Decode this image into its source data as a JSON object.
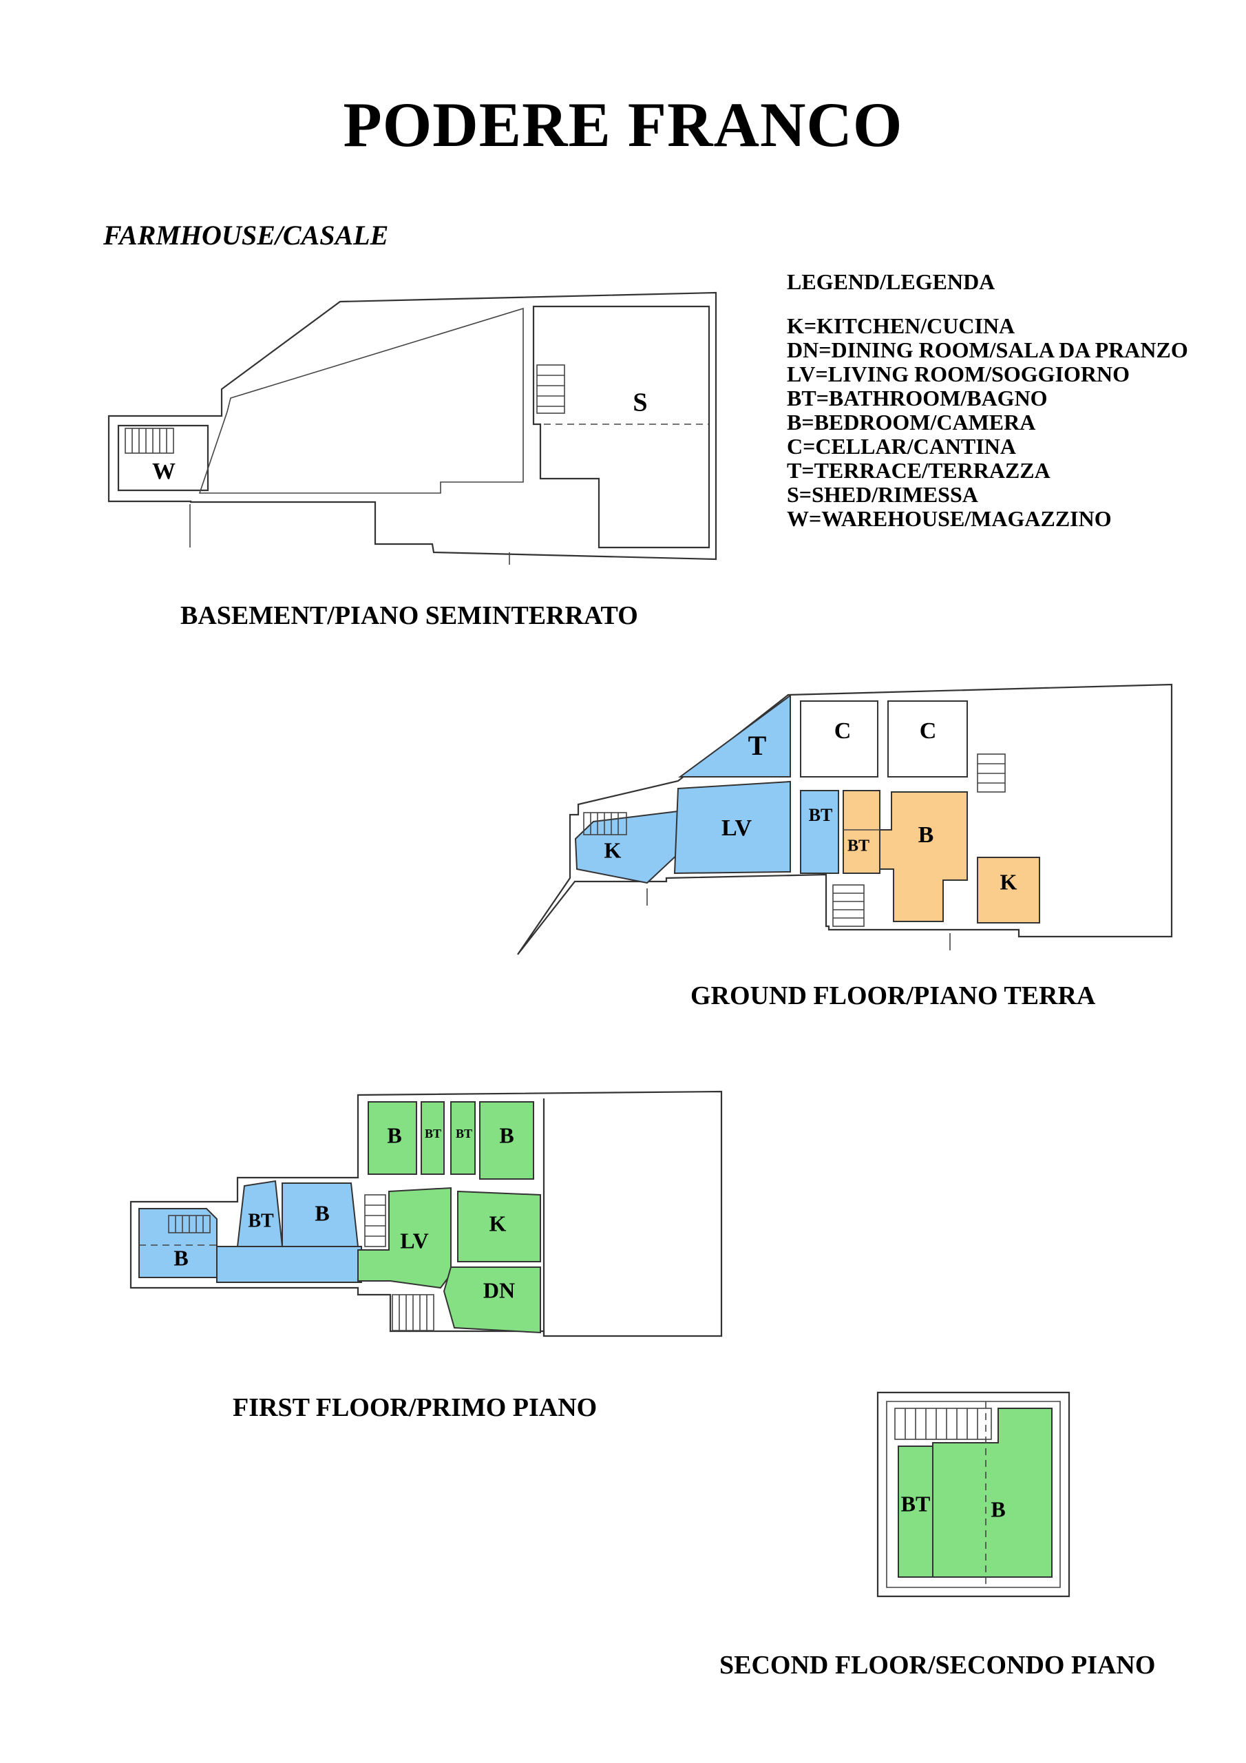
{
  "title": "PODERE FRANCO",
  "subtitle": "FARMHOUSE/CASALE",
  "legend": {
    "heading": "LEGEND/LEGENDA",
    "items": [
      "K=KITCHEN/CUCINA",
      "DN=DINING ROOM/SALA DA PRANZO",
      "LV=LIVING ROOM/SOGGIORNO",
      "BT=BATHROOM/BAGNO",
      "B=BEDROOM/CAMERA",
      "C=CELLAR/CANTINA",
      "T=TERRACE/TERRAZZA",
      "S=SHED/RIMESSA",
      "W=WAREHOUSE/MAGAZZINO"
    ]
  },
  "colors": {
    "blue_unit": "#8fcaf4",
    "green_unit": "#84e083",
    "orange_unit": "#fbcd8c"
  },
  "floors": {
    "basement": {
      "caption": "BASEMENT/PIANO SEMINTERRATO",
      "rooms": {
        "w": "W",
        "s": "S"
      }
    },
    "ground": {
      "caption": "GROUND FLOOR/PIANO TERRA",
      "rooms": {
        "t": "T",
        "c1": "C",
        "c2": "C",
        "k1": "K",
        "lv": "LV",
        "bt1": "BT",
        "bt2": "BT",
        "b": "B",
        "k2": "K"
      }
    },
    "first": {
      "caption": "FIRST FLOOR/PRIMO PIANO",
      "rooms": {
        "b1": "B",
        "bt1": "BT",
        "b2": "B",
        "b3": "B",
        "bt2": "BT",
        "bt3": "BT",
        "b4": "B",
        "lv": "LV",
        "k": "K",
        "dn": "DN"
      }
    },
    "second": {
      "caption": "SECOND FLOOR/SECONDO PIANO",
      "rooms": {
        "bt": "BT",
        "b": "B"
      }
    }
  }
}
